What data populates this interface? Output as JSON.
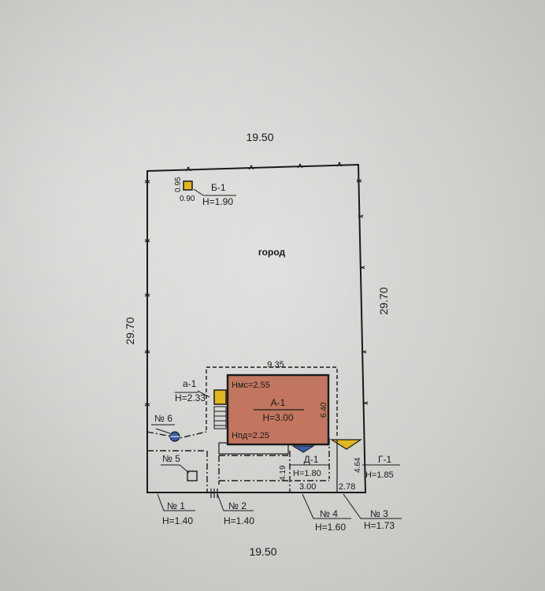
{
  "plan": {
    "top_width": "19.50",
    "bottom_width": "19.50",
    "left_length": "29.70",
    "right_length": "29.70",
    "area_label": "город",
    "colors": {
      "house_fill": "#c2765f",
      "annex_fill": "#e0b81e",
      "d_fill": "#3a5fa8",
      "line": "#1a1a1a"
    }
  },
  "buildings": {
    "b1": {
      "name": "Б-1",
      "height": "Н=1.90",
      "dim_w": "0.90",
      "dim_h": "0.95"
    },
    "a1": {
      "name": "А-1",
      "height": "Н=3.00",
      "h_top": "Нмс=2.55",
      "h_bottom": "Нпд=2.25",
      "dim_w": "9.35",
      "dim_h": "6.40"
    },
    "a_1": {
      "name": "а-1",
      "height": "Н=2.33"
    },
    "d1": {
      "name": "Д-1",
      "height": "Н=1.80",
      "dim_w": "3.00",
      "dim_h": "4.19"
    },
    "g1": {
      "name": "Г-1",
      "height": "Н=1.85",
      "dim_w": "2.78",
      "dim_h": "4.64"
    }
  },
  "items": {
    "n1": {
      "name": "№ 1",
      "height": "Н=1.40"
    },
    "n2": {
      "name": "№ 2",
      "height": "Н=1.40"
    },
    "n3": {
      "name": "№ 3",
      "height": "Н=1.73"
    },
    "n4": {
      "name": "№ 4",
      "height": "Н=1.60"
    },
    "n5": {
      "name": "№ 5"
    },
    "n6": {
      "name": "№ 6"
    }
  }
}
